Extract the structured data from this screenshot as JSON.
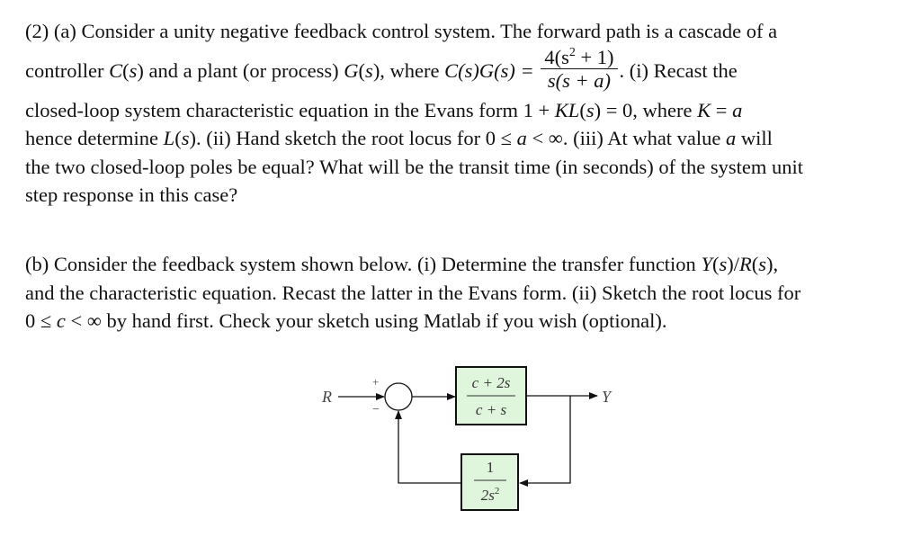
{
  "part_a": {
    "l1": "(2) (a) Consider a unity negative feedback control system.  The forward path is a cascade of a",
    "l2_a": "controller ",
    "l2_b": "C",
    "l2_c": "(",
    "l2_d": "s",
    "l2_e": ") and a plant (or process) ",
    "l2_f": "G",
    "l2_g": "(",
    "l2_h": "s",
    "l2_i": "), where ",
    "l2_j": "C(s)G(s) =",
    "frac_num": "4(s",
    "frac_num_sup": "2",
    "frac_num_end": " + 1)",
    "frac_den": "s(s + a)",
    "l2_k": ".  (i) Recast the",
    "l3_a": "closed-loop system characteristic equation in the Evans form 1 + ",
    "l3_b": "KL",
    "l3_c": "(",
    "l3_d": "s",
    "l3_e": ") = 0, where ",
    "l3_f": "K",
    "l3_g": " = ",
    "l3_h": "a",
    "l4_a": "hence determine ",
    "l4_b": "L",
    "l4_c": "(",
    "l4_d": "s",
    "l4_e": "). (ii) Hand sketch the root locus for 0 ≤ ",
    "l4_f": "a",
    "l4_g": " < ∞.  (iii) At what value ",
    "l4_h": "a",
    "l4_i": " will",
    "l5": "the two closed-loop poles be equal? What will be the transit time (in seconds) of the system unit",
    "l6": "step response in this case?"
  },
  "part_b": {
    "l1_a": "(b) Consider the feedback system shown below.  (i) Determine the transfer function ",
    "l1_b": "Y",
    "l1_c": "(",
    "l1_d": "s",
    "l1_e": ")/",
    "l1_f": "R",
    "l1_g": "(",
    "l1_h": "s",
    "l1_i": "),",
    "l2": "and the characteristic equation. Recast the latter in the Evans form.   (ii) Sketch the root locus for",
    "l3_a": "0 ≤ ",
    "l3_b": "c",
    "l3_c": " < ∞ by hand first. Check your sketch using Matlab if you wish (optional)."
  },
  "diagram": {
    "input_label": "R",
    "output_label": "Y",
    "plus_sign": "+",
    "minus_sign": "−",
    "forward_block_num": "c + 2s",
    "forward_block_den": "c + s",
    "feedback_block_num": "1",
    "feedback_block_den": "2s",
    "feedback_block_den_sup": "2",
    "block_fill": "#dff5dc"
  }
}
